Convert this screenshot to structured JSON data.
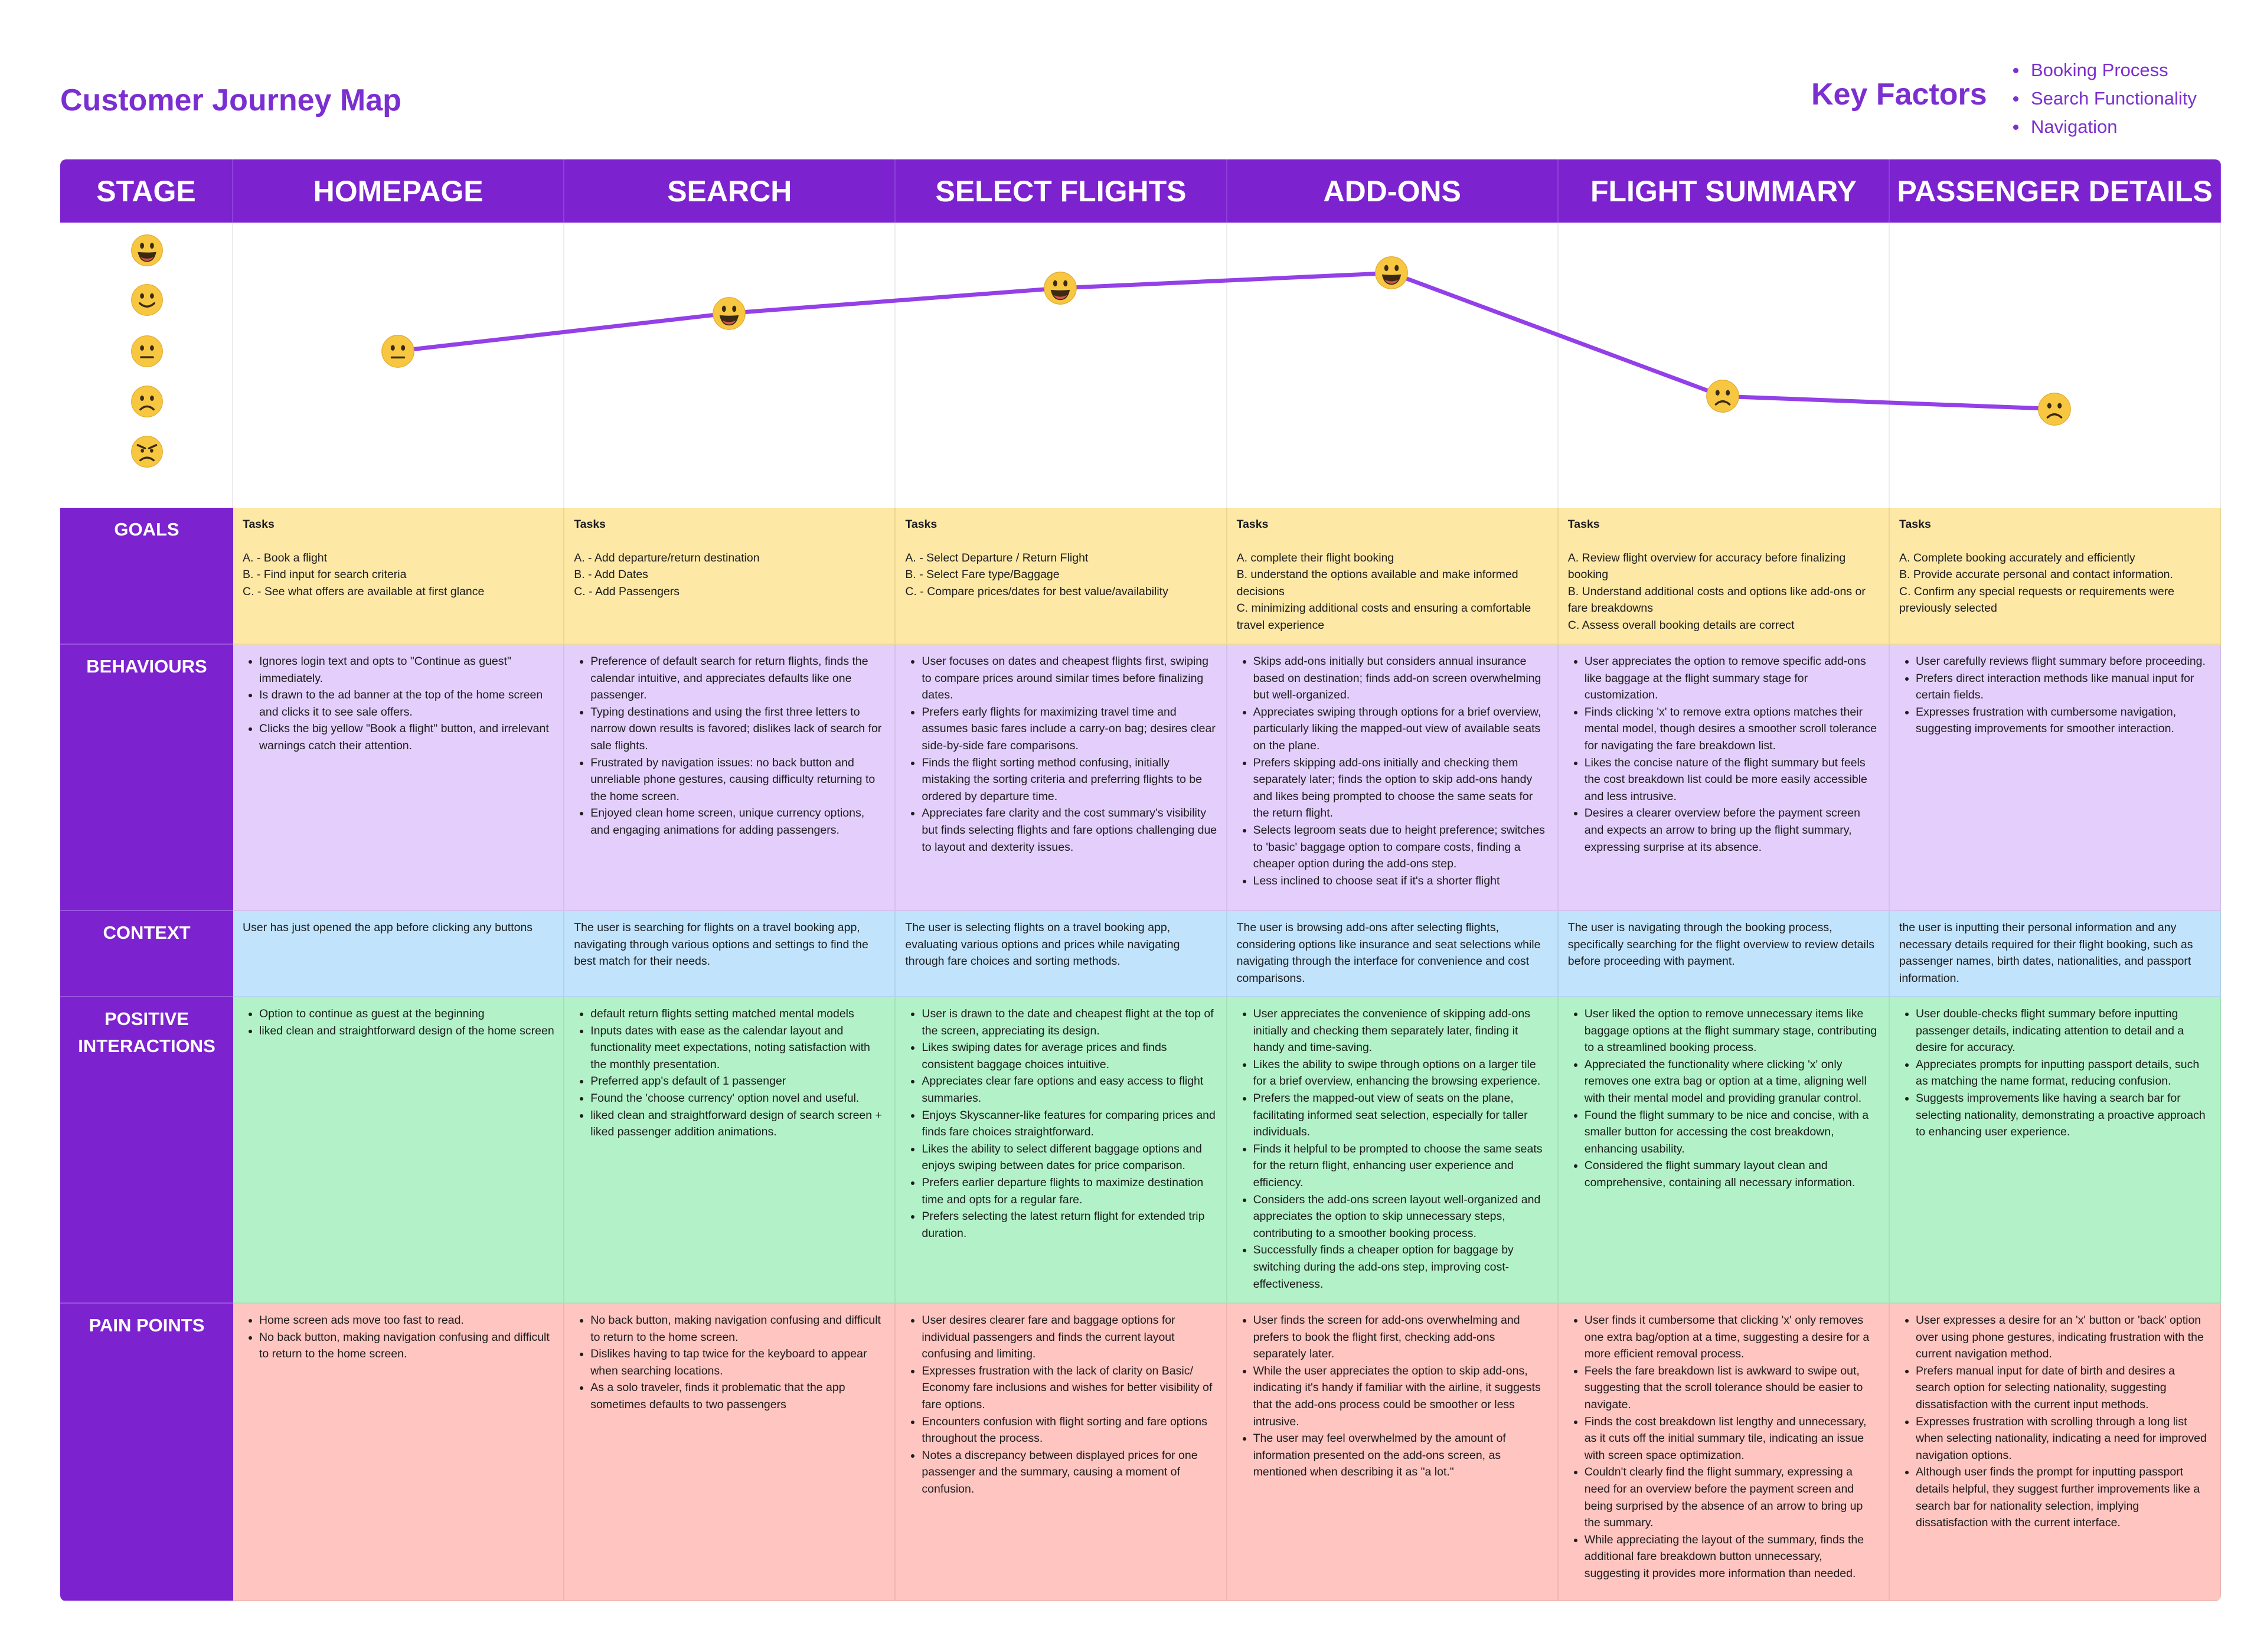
{
  "title": "Customer Journey Map",
  "key_factors": {
    "title": "Key Factors",
    "items": [
      "Booking Process",
      "Search Functionality",
      "Navigation"
    ]
  },
  "colors": {
    "purple": "#7c22cf",
    "line": "#9340e8",
    "goals": "#fde8a6",
    "behaviours": "#e4cffc",
    "context": "#c1e3fc",
    "positive": "#b3f2c8",
    "pain": "#ffc5c1",
    "emoji": "#f7c742"
  },
  "header": {
    "stage": "STAGE",
    "stages": [
      "HOMEPAGE",
      "SEARCH",
      "SELECT FLIGHTS",
      "ADD-ONS",
      "FLIGHT SUMMARY",
      "PASSENGER DETAILS"
    ]
  },
  "emotion_scale": [
    "very-happy-face-icon",
    "happy-face-icon",
    "neutral-face-icon",
    "sad-face-icon",
    "angry-face-icon"
  ],
  "chart_data": {
    "type": "line",
    "categories": [
      "HOMEPAGE",
      "SEARCH",
      "SELECT FLIGHTS",
      "ADD-ONS",
      "FLIGHT SUMMARY",
      "PASSENGER DETAILS"
    ],
    "values": [
      3,
      3.75,
      4.25,
      4.55,
      2.1,
      1.85
    ],
    "ylim": [
      1,
      5
    ],
    "faces": [
      "neutral-face-icon",
      "very-happy-face-icon",
      "very-happy-face-icon",
      "very-happy-face-icon",
      "sad-face-icon",
      "sad-face-icon"
    ]
  },
  "rows": {
    "goals": {
      "label": "GOALS",
      "tasks_heading": "Tasks",
      "cells": [
        "A. - Book a flight\nB. - Find input for search criteria\nC. - See what offers are available at first glance",
        "A. - Add  departure/return destination\nB. - Add Dates\nC. - Add Passengers",
        "A. - Select Departure / Return Flight\nB. - Select Fare type/Baggage\nC. - Compare prices/dates for best value/availability",
        "A. complete their flight booking\nB. understand the options available and make informed decisions\nC. minimizing additional costs and ensuring a comfortable travel experience",
        "A. Review flight overview for accuracy before finalizing booking\nB. Understand additional costs and options like add-ons or fare breakdowns\nC. Assess overall booking details are correct",
        "A. Complete booking accurately and efficiently\nB. Provide accurate personal and contact information.\nC. Confirm any special requests or requirements were previously selected"
      ]
    },
    "behaviours": {
      "label": "BEHAVIOURS",
      "cells": [
        [
          "Ignores login text and opts to \"Continue as guest\" immediately.",
          "Is drawn to the ad banner at the top of the home screen and clicks it to see sale offers.",
          "Clicks the big yellow \"Book a flight\" button, and irrelevant warnings catch their attention."
        ],
        [
          "Preference of default search for return flights, finds the calendar intuitive, and appreciates defaults like one passenger.",
          "Typing destinations and using the first three letters to narrow down results is favored; dislikes lack of search for sale flights.",
          "Frustrated by navigation issues: no back button and unreliable phone gestures, causing difficulty returning to the home screen.",
          "Enjoyed clean home screen, unique currency options, and engaging animations for adding passengers."
        ],
        [
          "User focuses on dates and cheapest flights first, swiping to compare prices around similar times before finalizing dates.",
          "Prefers early flights for maximizing travel time and assumes basic fares include a carry-on bag; desires clear side-by-side fare comparisons.",
          "Finds the flight sorting method confusing, initially mistaking the sorting criteria and preferring flights to be ordered by departure time.",
          "Appreciates fare clarity and the cost summary's visibility but finds selecting flights and fare options challenging due to layout and dexterity issues."
        ],
        [
          "Skips add-ons initially but considers annual insurance based on destination; finds add-on screen overwhelming but well-organized.",
          "Appreciates swiping through options for a brief overview, particularly liking the mapped-out view of available seats on the plane.",
          "Prefers skipping add-ons initially and checking them separately later; finds the option to skip add-ons handy and likes being prompted to choose the same seats for the return flight.",
          "Selects legroom seats due to height preference; switches to 'basic' baggage option to compare costs, finding a cheaper option during the add-ons step.",
          "Less inclined to choose seat if it's a shorter flight"
        ],
        [
          "User appreciates the option to remove specific add-ons like baggage at the flight summary stage for customization.",
          "Finds clicking 'x' to remove extra options matches their mental model, though desires a smoother scroll tolerance for navigating the fare breakdown list.",
          "Likes the concise nature of the flight summary but feels the cost breakdown list could be more easily accessible and less intrusive.",
          "Desires a clearer overview before the payment screen and expects an arrow to bring up the flight summary, expressing surprise at its absence."
        ],
        [
          "User carefully reviews flight summary before proceeding.",
          "Prefers direct interaction methods like manual input for certain fields.",
          "Expresses frustration with cumbersome navigation, suggesting improvements for smoother interaction."
        ]
      ]
    },
    "context": {
      "label": "CONTEXT",
      "cells": [
        "User has just opened the app before clicking any buttons",
        "The user is searching for flights on a travel booking app, navigating through various options and settings to find the best match for their needs.",
        "The user is selecting flights on a travel booking app, evaluating various options and prices while navigating through fare choices and sorting methods.",
        "The user is browsing add-ons after selecting flights, considering options like insurance and seat selections while navigating through the interface for convenience and cost comparisons.",
        "The user is navigating through the booking process, specifically searching for the flight overview to review details before proceeding with payment.",
        "the user is inputting their personal information and any necessary details required for their flight booking, such as passenger names, birth dates, nationalities, and passport information."
      ]
    },
    "positive": {
      "label": "POSITIVE INTERACTIONS",
      "cells": [
        [
          "Option to continue as guest at the beginning",
          "liked clean and straightforward design of the home screen"
        ],
        [
          "default return flights setting matched mental models",
          "Inputs dates with ease as the calendar layout and functionality meet expectations, noting satisfaction with the monthly presentation.",
          "Preferred app's default of 1 passenger",
          " Found the 'choose currency' option novel and useful.",
          "liked clean and straightforward design of search screen + liked passenger addition animations."
        ],
        [
          "User is drawn to the date and cheapest flight at the top of the screen, appreciating its design.",
          "Likes swiping dates for average prices and finds consistent baggage choices intuitive.",
          "Appreciates clear fare options and easy access to flight summaries.",
          "Enjoys Skyscanner-like features for comparing prices and finds fare choices straightforward.",
          "Likes the ability to select different baggage options and enjoys swiping between dates for price comparison.",
          "Prefers earlier departure flights to maximize destination time and opts for a regular fare.",
          "Prefers selecting the latest return flight for extended trip duration."
        ],
        [
          "User appreciates the convenience of skipping add-ons initially and checking them separately later, finding it handy and time-saving.",
          "Likes the ability to swipe through options on a larger tile for a brief overview, enhancing the browsing experience.",
          "Prefers the mapped-out view of seats on the plane, facilitating informed seat selection, especially for taller individuals.",
          "Finds it helpful to be prompted to choose the same seats for the return flight, enhancing user experience and efficiency.",
          "Considers the add-ons screen layout well-organized and appreciates the option to skip unnecessary steps, contributing to a smoother booking process.",
          "Successfully finds a cheaper option for baggage by switching during the add-ons step, improving cost-effectiveness."
        ],
        [
          "User liked the option to remove unnecessary items like baggage options at the flight summary stage, contributing to a streamlined booking process.",
          "Appreciated the functionality where clicking 'x' only removes one extra bag or option at a time, aligning well with their mental model and providing granular control.",
          "Found the flight summary to be nice and concise, with a smaller button for accessing the cost breakdown, enhancing usability.",
          "Considered the flight summary layout clean and comprehensive, containing all necessary information."
        ],
        [
          "User double-checks flight summary before inputting passenger details, indicating attention to detail and a desire for accuracy.",
          "Appreciates prompts for inputting passport details, such as matching the name format, reducing confusion.",
          "Suggests improvements like having a search bar for selecting nationality, demonstrating a proactive approach to enhancing user experience."
        ]
      ]
    },
    "pain": {
      "label": "PAIN POINTS",
      "cells": [
        [
          "Home screen ads move too fast to read.",
          "No back button, making navigation confusing and difficult to return to the home screen."
        ],
        [
          "    No back button, making navigation confusing and difficult to return to the home screen.",
          "Dislikes having to tap twice for the keyboard to appear when searching locations.",
          "As a solo traveler, finds it problematic that the app sometimes defaults to two passengers"
        ],
        [
          "User desires clearer fare and baggage options for individual passengers and finds the current layout confusing and limiting.",
          "Expresses frustration with the lack of clarity on Basic/ Economy fare inclusions and wishes for better visibility of fare options.",
          "Encounters confusion with flight sorting and fare options throughout the process.",
          "Notes a discrepancy between displayed prices for one passenger and the summary, causing a moment of confusion."
        ],
        [
          "User finds the screen for add-ons overwhelming and prefers to book the flight first, checking add-ons separately later.",
          "While the user appreciates the option to skip add-ons, indicating it's handy if familiar with the airline, it suggests that the add-ons process could be smoother or less intrusive.",
          "The user may feel overwhelmed by the amount of information presented on the add-ons screen, as mentioned when describing it as \"a lot.\""
        ],
        [
          "User finds it cumbersome that clicking 'x' only removes one extra bag/option at a time, suggesting a desire for a more efficient removal process.",
          "Feels the fare breakdown list is awkward to swipe out, suggesting that the scroll tolerance should be easier to navigate.",
          "Finds the cost breakdown list lengthy and unnecessary, as it cuts off the initial summary tile, indicating an issue with screen space optimization.",
          "Couldn't clearly find the flight summary, expressing a need for an overview before the payment screen and being surprised by the absence of an arrow to bring up the summary.",
          "While appreciating the layout of the summary, finds the additional fare breakdown button unnecessary, suggesting it provides more information than needed."
        ],
        [
          "User expresses a desire for an 'x' button or 'back' option over using phone gestures, indicating frustration with the current navigation method.",
          "Prefers manual input for date of birth and desires a search option for selecting nationality, suggesting dissatisfaction with the current input methods.",
          "Expresses frustration with scrolling through a long list when selecting nationality, indicating a need for improved navigation options.",
          "Although user finds the prompt for inputting passport details helpful, they suggest further improvements like a search bar for nationality selection, implying dissatisfaction with the current interface."
        ]
      ]
    }
  }
}
